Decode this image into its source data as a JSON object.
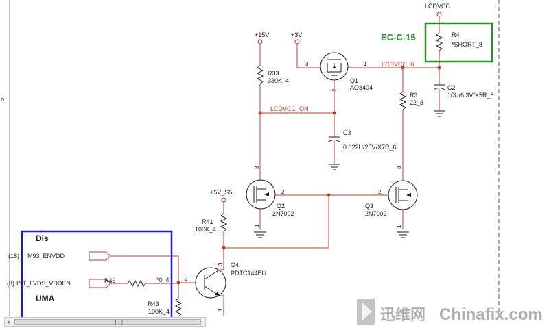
{
  "supplies": {
    "lcdvcc": "LCDVCC",
    "plus15v": "+15V",
    "plus3v": "+3V",
    "plus5v_s5": "+5V_S5"
  },
  "nets": {
    "lcdvcc_r": "LCDVCC_R",
    "lcdvcc_on": "LCDVCC_ON"
  },
  "annotation": {
    "ec_label": "EC-C-15"
  },
  "components": {
    "r4": {
      "ref": "R4",
      "value": "*SHORT_8"
    },
    "q1": {
      "ref": "Q1",
      "value": "AO3404"
    },
    "r33": {
      "ref": "R33",
      "value": "330K_4"
    },
    "r3": {
      "ref": "R3",
      "value": "22_8"
    },
    "c2": {
      "ref": "C2",
      "value": "10U/6.3V/X5R_8"
    },
    "c3": {
      "ref": "C3",
      "value": "0.022U/25V/X7R_6"
    },
    "q2": {
      "ref": "Q2",
      "value": "2N7002"
    },
    "q3": {
      "ref": "Q3",
      "value": "2N7002"
    },
    "r41": {
      "ref": "R41",
      "value": "100K_4"
    },
    "q4": {
      "ref": "Q4",
      "value": "PDTC144EU"
    },
    "r46": {
      "ref": "R46",
      "value": "*0_4"
    },
    "r43": {
      "ref": "R43",
      "value": "100K_4"
    }
  },
  "pins": {
    "q1_source": "3",
    "q1_drain": "1",
    "q1_gate": "2",
    "q2_drain": "3",
    "q2_gate": "2",
    "q2_source": "1",
    "q3_drain": "3",
    "q3_gate": "2",
    "q3_source": "1",
    "q4_c": "3",
    "q4_b": "2",
    "q4_e": "1"
  },
  "block": {
    "dis_label": "Dis",
    "uma_label": "UMA",
    "port1_ref": "(18)",
    "port1_name": "M93_ENVDD",
    "port2_ref": "(8)",
    "port2_name": "INT_LVDS_VDDEN"
  },
  "edge_marks": {
    "left_o": "o"
  },
  "watermark": {
    "cn_text": "迅维网",
    "en_text": "Chinafix.com"
  },
  "scrollbar": {
    "left_arrow": "◂",
    "grip": "|||"
  },
  "colors": {
    "wire": "#c0392b",
    "ec_box": "#2e8b2e",
    "block_border": "#1a1acc"
  }
}
